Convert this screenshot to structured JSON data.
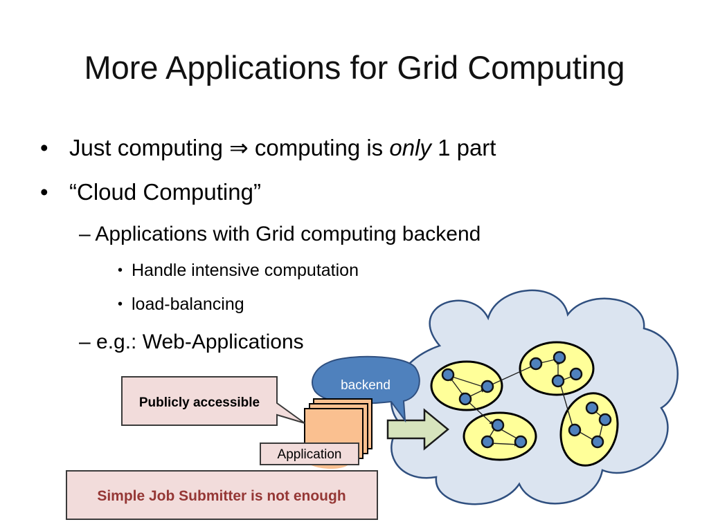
{
  "slide": {
    "title": "More Applications for Grid Computing",
    "bullets": {
      "b1_prefix": "Just computing ⇒ computing is ",
      "b1_emphasis": "only",
      "b1_suffix": " 1 part",
      "b2": "“Cloud Computing”",
      "b2_sub1": "– Applications with Grid computing backend",
      "b2_sub1_item1": "Handle intensive computation",
      "b2_sub1_item2": "load-balancing",
      "b2_sub2": "– e.g.: Web-Applications"
    },
    "bullet_glyph": "•",
    "diagram": {
      "publicly_accessible": "Publicly accessible",
      "application": "Application",
      "backend": "backend",
      "simple_job_submitter": "Simple Job Submitter is not enough"
    },
    "colors": {
      "cloud_fill": "#dbe4f0",
      "cloud_stroke": "#2f4f7f",
      "cluster_fill": "#ffff99",
      "node_fill": "#4f81bd",
      "callout_fill": "#f2dcdb",
      "callout_stroke": "#3a3a3a",
      "stack_fill": "#fac090",
      "backend_bubble": "#4f81bd",
      "arrow_fill": "#d7e4bd",
      "warning_text": "#953735"
    }
  }
}
